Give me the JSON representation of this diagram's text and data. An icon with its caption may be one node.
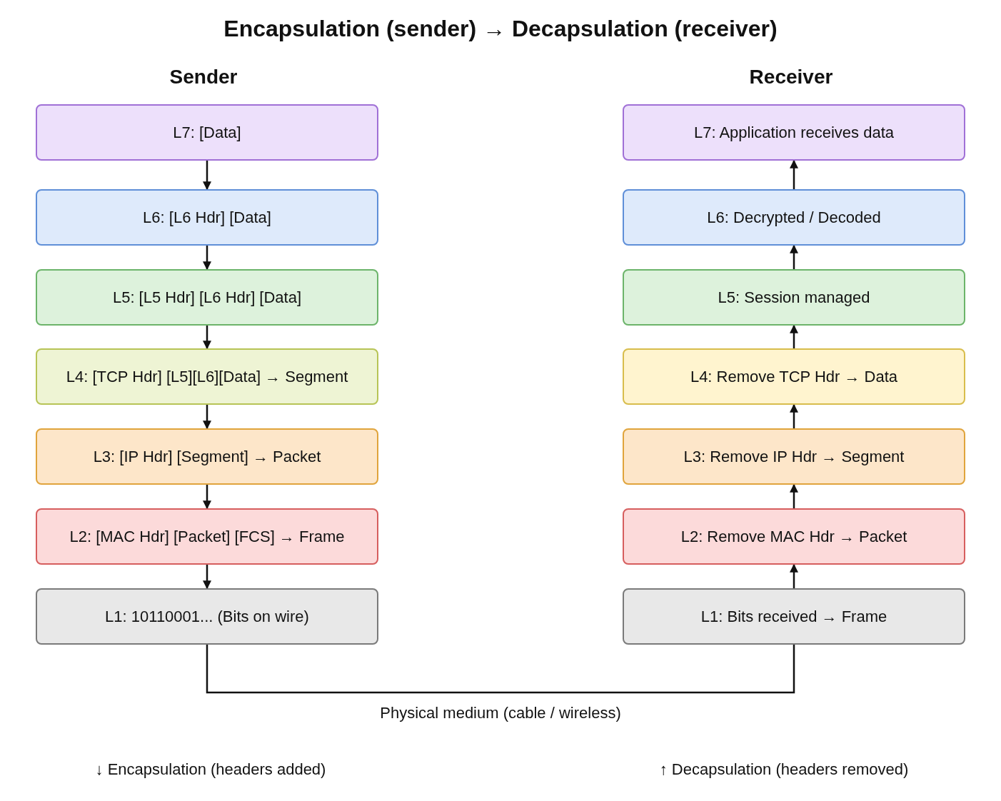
{
  "diagram": {
    "title": "Encapsulation (sender) → Decapsulation (receiver)",
    "nodes": [
      {
        "text": [
          "L7: [Data]"
        ]
      },
      {
        "text": [
          "L6: [L6 Hdr] [Data]"
        ]
      },
      {
        "text": [
          "L5: [L5 Hdr] [L6 Hdr] [Data]"
        ]
      },
      {
        "text": [
          "L4: [TCP Hdr] [L5][L6][Data] → Segment"
        ]
      },
      {
        "text": [
          "L3: [IP Hdr] [Segment] → Packet"
        ]
      },
      {
        "text": [
          "L2: [MAC Hdr] [Packet] [FCS] → Frame"
        ]
      },
      {
        "text": [
          "L1: 10110001... (Bits on wire)"
        ]
      },
      {
        "text": [
          "L7: Application receives data"
        ]
      },
      {
        "text": [
          "L6: Decrypted / Decoded"
        ]
      },
      {
        "text": [
          "L5: Session managed"
        ]
      },
      {
        "text": [
          "L4: Remove TCP Hdr → Data"
        ]
      },
      {
        "text": [
          "L3: Remove IP Hdr → Segment"
        ]
      },
      {
        "text": [
          "L2: Remove MAC Hdr → Packet"
        ]
      },
      {
        "text": [
          "L1: Bits received → Frame"
        ]
      }
    ],
    "edges": [
      {
        "from": 0,
        "to": 1,
        "arrow": "to"
      },
      {
        "from": 1,
        "to": 2,
        "arrow": "to"
      },
      {
        "from": 2,
        "to": 3,
        "arrow": "to"
      },
      {
        "from": 3,
        "to": 4,
        "arrow": "to"
      },
      {
        "from": 4,
        "to": 5,
        "arrow": "to"
      },
      {
        "from": 5,
        "to": 6,
        "arrow": "to"
      },
      {
        "from": 6,
        "to": 13,
        "arrow": "none",
        "label": "Physical medium (cable / wireless)"
      },
      {
        "from": 13,
        "to": 12,
        "arrow": "to"
      },
      {
        "from": 12,
        "to": 11,
        "arrow": "to"
      },
      {
        "from": 11,
        "to": 10,
        "arrow": "to"
      },
      {
        "from": 10,
        "to": 9,
        "arrow": "to"
      },
      {
        "from": 9,
        "to": 8,
        "arrow": "to"
      },
      {
        "from": 8,
        "to": 7,
        "arrow": "to"
      }
    ],
    "labels": [
      "Sender",
      "Receiver",
      "↓ Encapsulation (headers added)",
      "↑ Decapsulation (headers removed)"
    ]
  }
}
